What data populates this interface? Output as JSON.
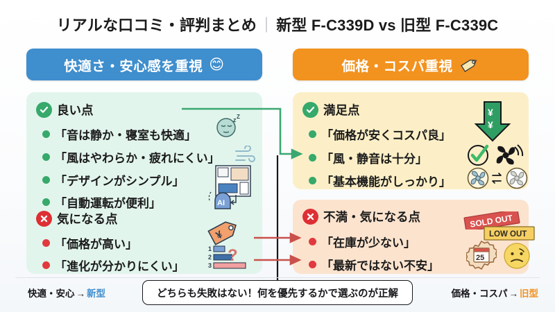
{
  "title": {
    "left_part": "リアルな口コミ・評判まとめ",
    "separator": "｜",
    "right_part": "新型 F-C339D vs 旧型 F-C339C"
  },
  "columns": {
    "left": {
      "pill_label": "快適さ・安心感を重視",
      "pill_emoji": "😊",
      "pill_color": "#3f8ecd",
      "card_color": "#e2f5ec",
      "sections": [
        {
          "badge": "check-circle-icon",
          "heading": "良い点",
          "items": [
            "「音は静か・寝室も快適」",
            "「風はやわらか・疲れにくい」",
            "「デザインがシンプル」",
            "「自動運転が便利」"
          ]
        },
        {
          "badge": "x-circle-icon",
          "heading": "気になる点",
          "items": [
            "「価格が高い」",
            "「進化が分かりにくい」"
          ]
        }
      ]
    },
    "right": {
      "pill_label": "価格・コスパ重視",
      "pill_emoji": "price-tag-icon",
      "pill_color": "#f2921f",
      "card_top_color": "#fcefc7",
      "card_bottom_color": "#fce3ce",
      "sections": [
        {
          "badge": "check-circle-icon",
          "heading": "満足点",
          "items": [
            "「価格が安くコスパ良」",
            "「風・静音は十分」",
            "「基本機能がしっかり」"
          ]
        },
        {
          "badge": "x-circle-icon",
          "heading": "不満・気になる点",
          "items": [
            "「在庫が少ない」",
            "「最新ではない不安」"
          ]
        }
      ]
    }
  },
  "icon_art": {
    "sleeping_face": "😴",
    "wind": "wind-icon",
    "floor_plan": "floor-plan-icon",
    "ai_head": "AI",
    "price_tag_yen": "¥",
    "ranking_question": "?",
    "ranking_numbers": [
      "1",
      "2",
      "3"
    ],
    "yen_down_arrow": "¥",
    "check_fan": "fan-check-icon",
    "fan_swap": "fan-swap-icon",
    "sold_out_badge": "SOLD OUT",
    "low_out_badge": "LOW OUT",
    "calendar_day": "25",
    "worried_face": "😟"
  },
  "footer": {
    "left_text": "快適・安心",
    "left_arrow": "→",
    "left_accent": "新型",
    "callout": "どちらも失敗はない！何を優先するかで選ぶのが正解",
    "right_text": "価格・コスパ",
    "right_arrow": "→",
    "right_accent": "旧型"
  },
  "colors": {
    "blue": "#3f8ecd",
    "orange": "#f2921f",
    "green": "#36a96b",
    "red": "#dd2f34",
    "connector_green": "#3aa870",
    "connector_red": "#c9504b",
    "connector_black": "#17171a"
  }
}
